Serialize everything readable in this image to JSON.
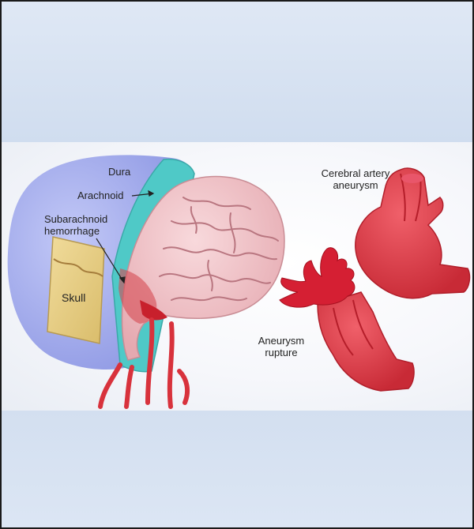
{
  "labels": {
    "dura": "Dura",
    "arachnoid": "Arachnoid",
    "subarachnoid_line1": "Subarachnoid",
    "subarachnoid_line2": "hemorrhage",
    "skull": "Skull",
    "cerebral_line1": "Cerebral artery",
    "cerebral_line2": "aneurysm",
    "rupture_line1": "Aneurysm",
    "rupture_line2": "rupture"
  },
  "colors": {
    "dura": "#a7b0ef",
    "arachnoid": "#4fc9c7",
    "brain": "#efc1c6",
    "artery": "#e0343f",
    "skull": "#e9d08b"
  }
}
